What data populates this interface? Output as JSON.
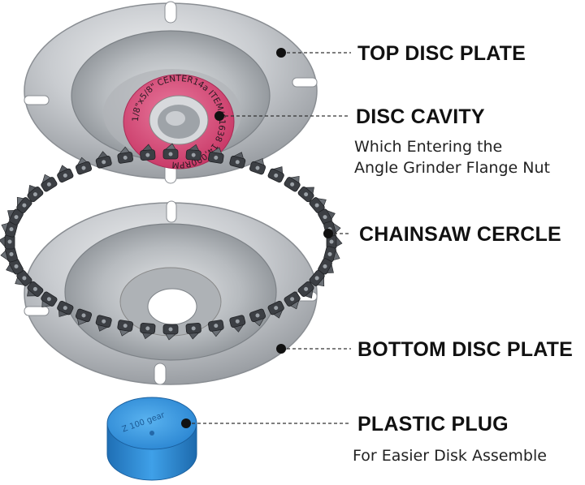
{
  "callouts": {
    "top_disc_plate": {
      "title": "TOP DISC PLATE"
    },
    "disc_cavity": {
      "title": "DISC CAVITY",
      "desc_line1": "Which Entering the",
      "desc_line2": "Angle Grinder Flange Nut"
    },
    "chainsaw_cercle": {
      "title": "CHAINSAW CERCLE"
    },
    "bottom_disc_plate": {
      "title": "BOTTOM DISC PLATE"
    },
    "plastic_plug": {
      "title": "PLASTIC PLUG",
      "desc": "For Easier Disk Assemble"
    }
  },
  "disc_label": {
    "text": "1/8\"x5/8\" CENTER14a ITEM/61638 14,000RPM"
  },
  "plug_text": {
    "text": "Z 100 gear"
  },
  "colors": {
    "disc_metal": "#c7cacd",
    "label_pink": "#d94a78",
    "plug_blue": "#2f8fd8",
    "chain": "#3c3f44"
  }
}
